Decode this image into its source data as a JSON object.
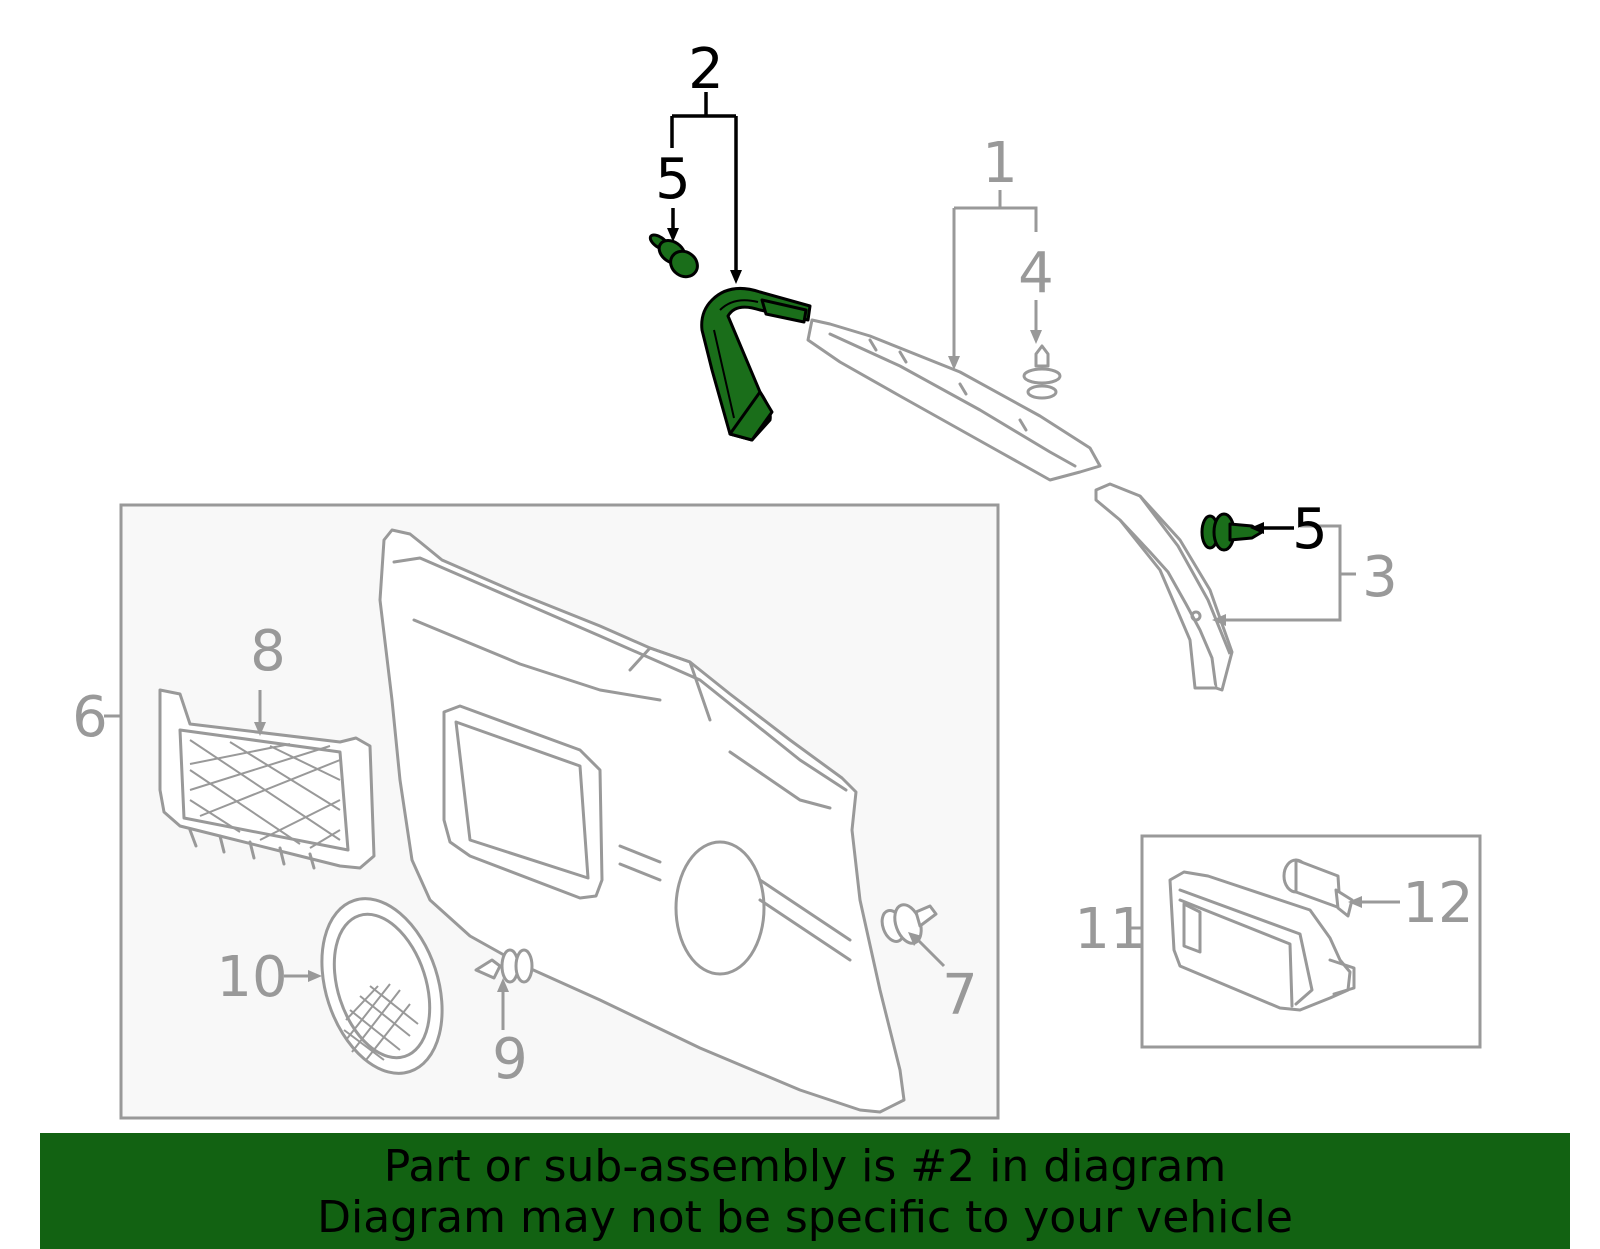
{
  "callouts": {
    "c1": "1",
    "c2": "2",
    "c3": "3",
    "c4": "4",
    "c5a": "5",
    "c5b": "5",
    "c6": "6",
    "c7": "7",
    "c8": "8",
    "c9": "9",
    "c10": "10",
    "c11": "11",
    "c12": "12"
  },
  "banner": {
    "line1": "Part or sub-assembly is #2 in diagram",
    "line2": "Diagram may not be specific to your vehicle"
  },
  "colors": {
    "highlight": "#1a6e1a",
    "banner": "#126212",
    "line_gray": "#999999"
  }
}
